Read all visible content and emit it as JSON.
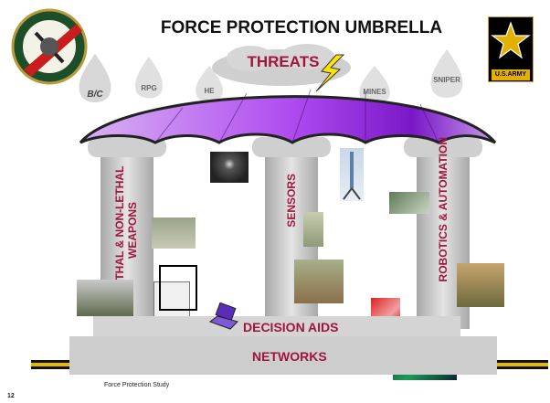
{
  "title": "FORCE PROTECTION UMBRELLA",
  "threat": "THREATS",
  "threat_types": [
    "B/C",
    "RPG",
    "HE",
    "MINES",
    "SNIPER"
  ],
  "pillars": [
    "LETHAL & NON-LETHAL WEAPONS",
    "SENSORS",
    "ROBOTICS & AUTOMATION"
  ],
  "base_labels": {
    "decision_aids": "DECISION AIDS",
    "networks": "NETWORKS"
  },
  "footer": {
    "study": "Force Protection Study",
    "page": "12"
  },
  "logo_right_text": "U.S.ARMY",
  "colors": {
    "accent": "#a0153e",
    "umbrella": "#b04df0",
    "pillar": "#c8c8c8"
  }
}
